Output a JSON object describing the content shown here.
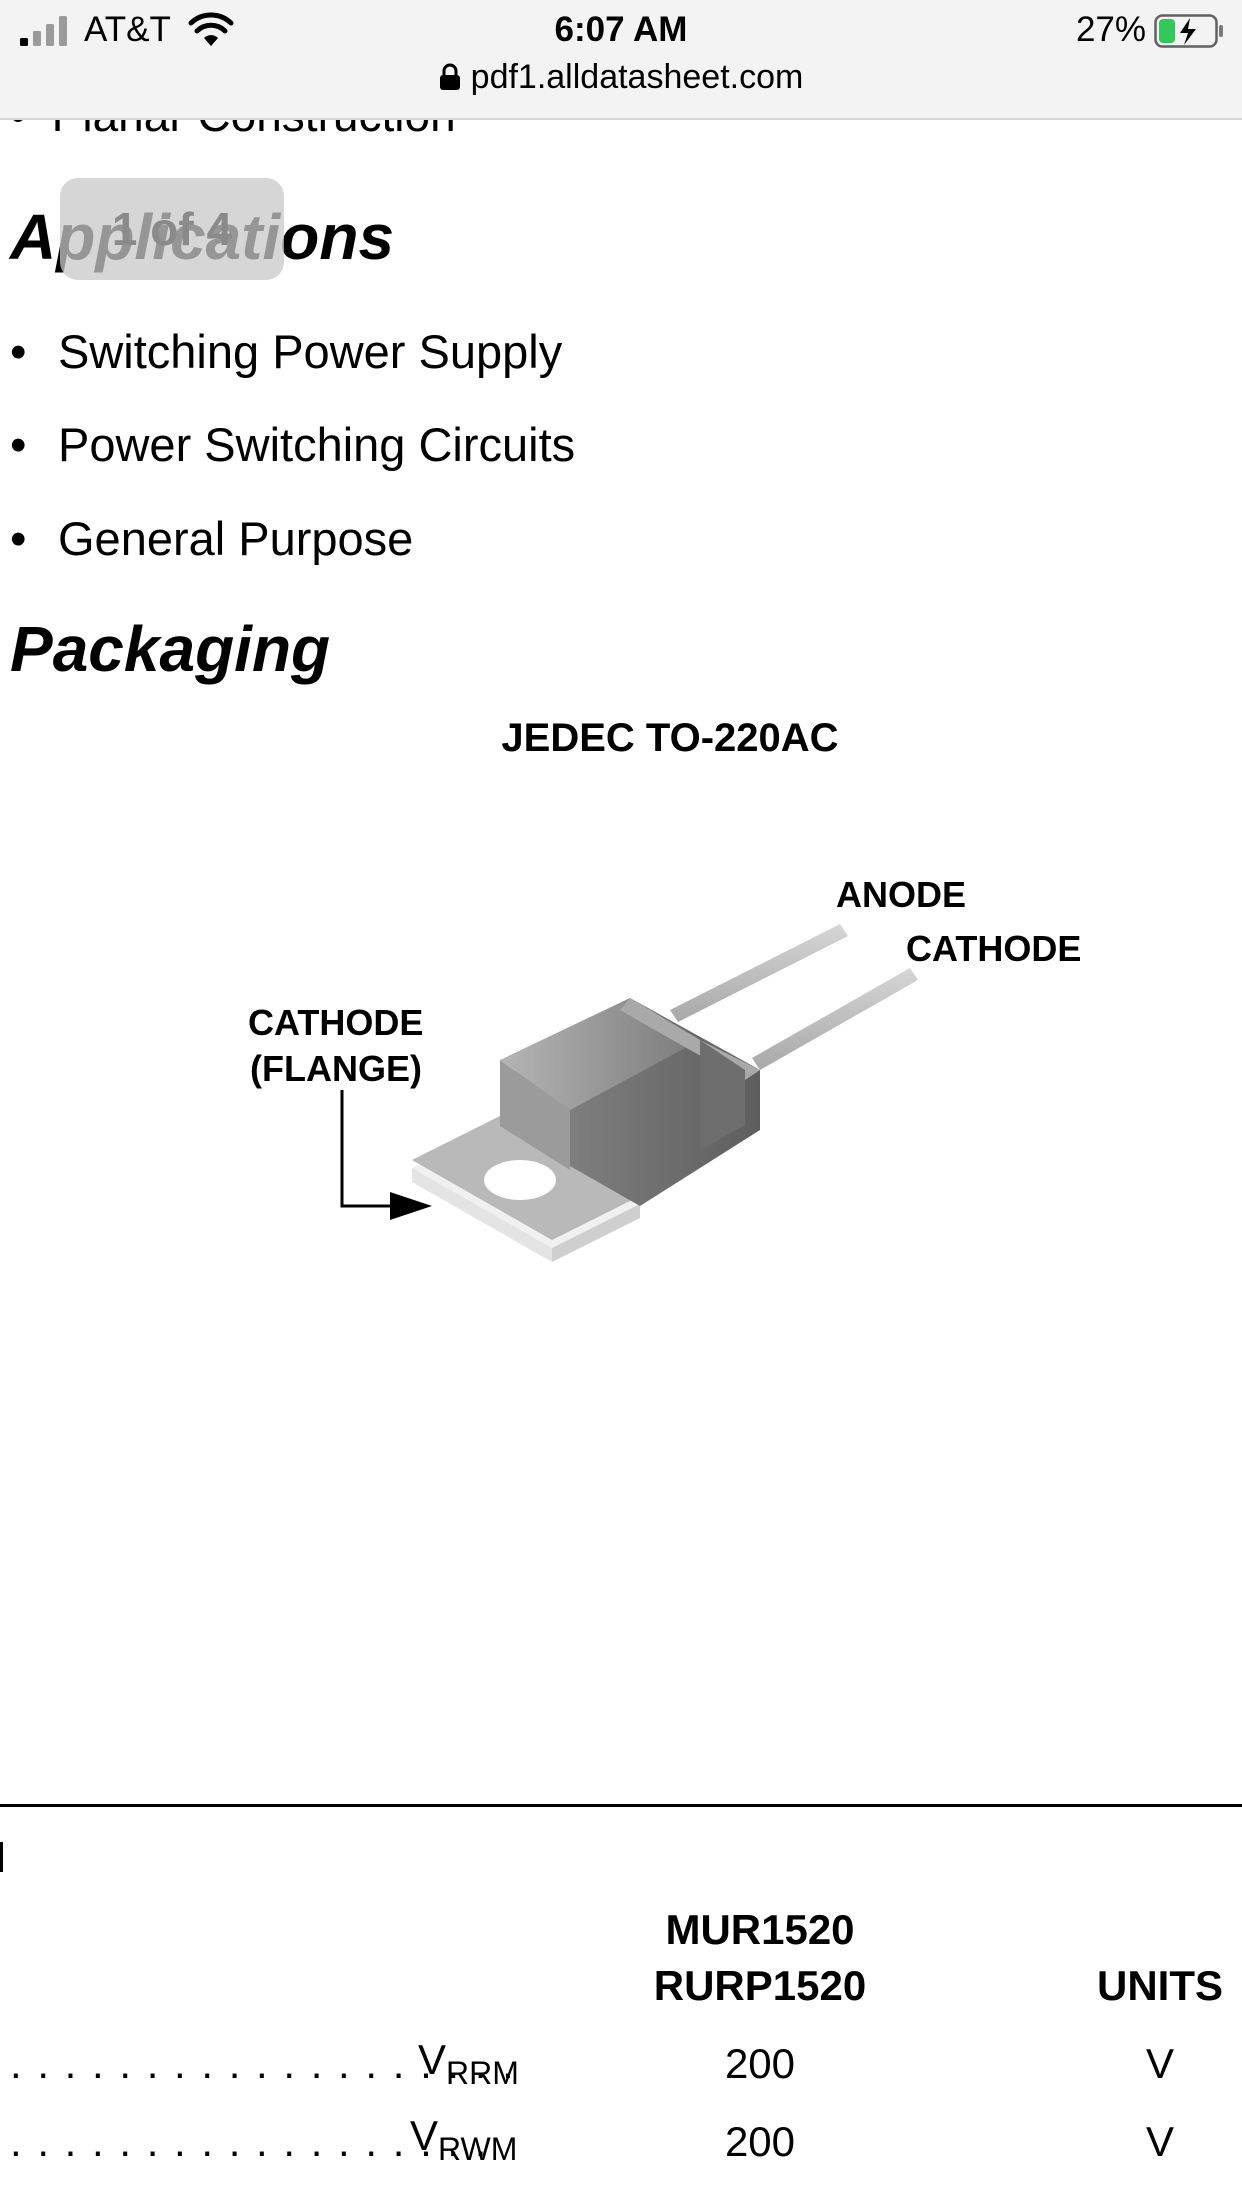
{
  "status_bar": {
    "carrier": "AT&T",
    "time": "6:07 AM",
    "battery_percent": "27%",
    "url": "pdf1.alldatasheet.com"
  },
  "document": {
    "partial_text": "Planar Construction",
    "page_indicator": "1 of 4",
    "applications_heading": "Applications",
    "applications": [
      "Switching Power Supply",
      "Power Switching Circuits",
      "General Purpose"
    ],
    "packaging_heading": "Packaging",
    "package_title": "JEDEC TO-220AC",
    "labels": {
      "anode": "ANODE",
      "cathode": "CATHODE",
      "cathode_flange_1": "CATHODE",
      "cathode_flange_2": "(FLANGE)"
    },
    "table": {
      "header_part1": "MUR1520",
      "header_part2": "RURP1520",
      "header_units": "UNITS",
      "rows": [
        {
          "dots": ". . . . . . . . . . . . . . . . . . .",
          "symbol": "V",
          "sub": "RRM",
          "value": "200",
          "unit": "V"
        },
        {
          "dots": ". . . . . . . . . . . . . . . . . .",
          "symbol": "V",
          "sub": "RWM",
          "value": "200",
          "unit": "V"
        }
      ]
    }
  },
  "colors": {
    "statusbar_bg": "#f3f3f3",
    "battery_green": "#34c759",
    "page_indicator_bg": "#c8c8c8"
  }
}
